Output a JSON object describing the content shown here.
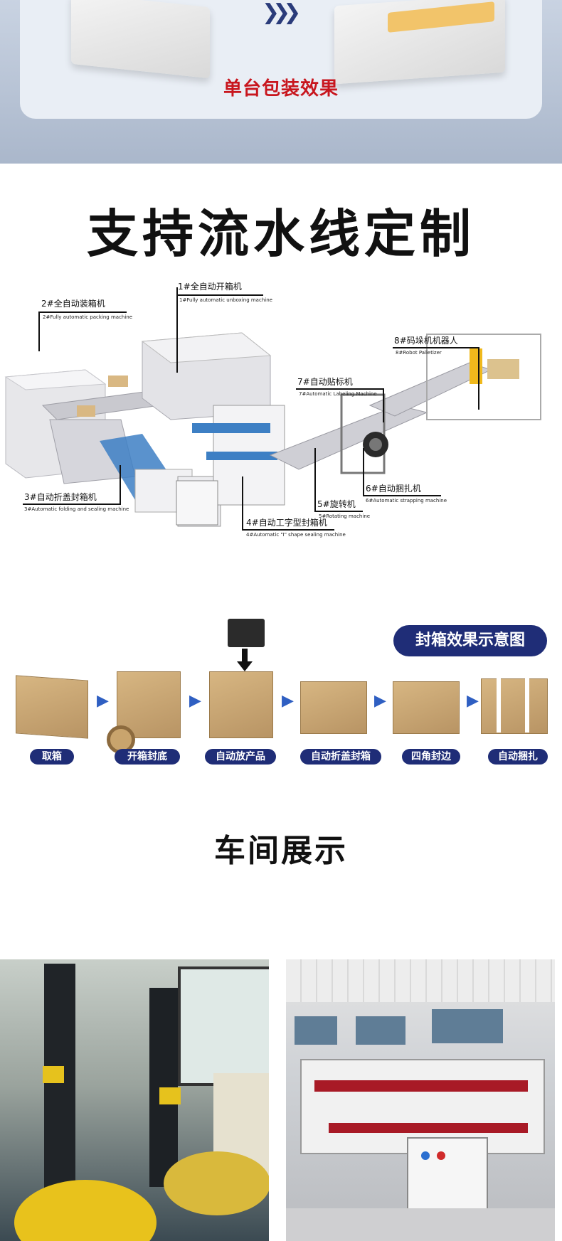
{
  "top": {
    "caption": "单台包装效果"
  },
  "line_section": {
    "title": "支持流水线定制",
    "machines": [
      {
        "id": "m1",
        "label": "1#全自动开箱机",
        "sub": "1#Fully automatic unboxing machine"
      },
      {
        "id": "m2",
        "label": "2#全自动装箱机",
        "sub": "2#Fully automatic packing machine"
      },
      {
        "id": "m3",
        "label": "3#自动折盖封箱机",
        "sub": "3#Automatic folding and sealing machine"
      },
      {
        "id": "m4",
        "label": "4#自动工字型封箱机",
        "sub": "4#Automatic \"I\" shape sealing machine"
      },
      {
        "id": "m5",
        "label": "5#旋转机",
        "sub": "5#Rotating machine"
      },
      {
        "id": "m6",
        "label": "6#自动捆扎机",
        "sub": "6#Automatic strapping machine"
      },
      {
        "id": "m7",
        "label": "7#自动贴标机",
        "sub": "7#Automatic Labeling Machine"
      },
      {
        "id": "m8",
        "label": "8#码垛机机器人",
        "sub": "8#Robot Palletizer"
      }
    ]
  },
  "sealing": {
    "badge": "封箱效果示意图",
    "steps": [
      "取箱",
      "开箱封底",
      "自动放产品",
      "自动折盖封箱",
      "四角封边",
      "自动捆扎"
    ]
  },
  "workshop": {
    "title": "车间展示"
  },
  "colors": {
    "accent_navy": "#1f2d77",
    "caption_red": "#c8161e",
    "conveyor_blue": "#3d7fc4"
  }
}
